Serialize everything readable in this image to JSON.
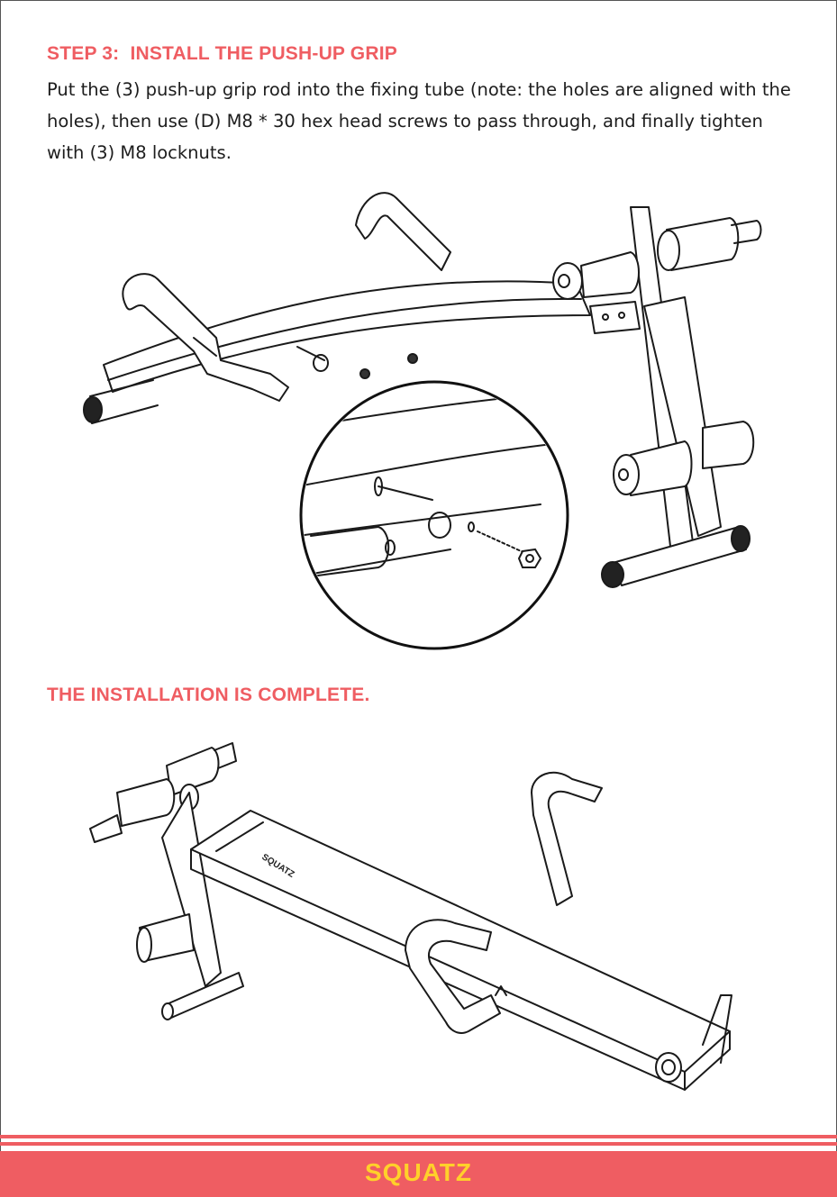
{
  "step": {
    "title": "STEP 3:  INSTALL THE PUSH-UP GRIP",
    "description": "Put the (3) push-up grip rod into the fixing tube (note: the holes are aligned with the holes), then use (D) M8 * 30 hex head screws to pass through, and finally tighten with (3) M8 locknuts."
  },
  "complete": {
    "title": "THE INSTALLATION IS COMPLETE."
  },
  "bench_logo": "SQUATZ",
  "footer": {
    "brand": "SQUATZ",
    "background_color": "#ef5d62",
    "brand_color": "#ffd02a"
  },
  "colors": {
    "heading": "#ef5d62"
  }
}
